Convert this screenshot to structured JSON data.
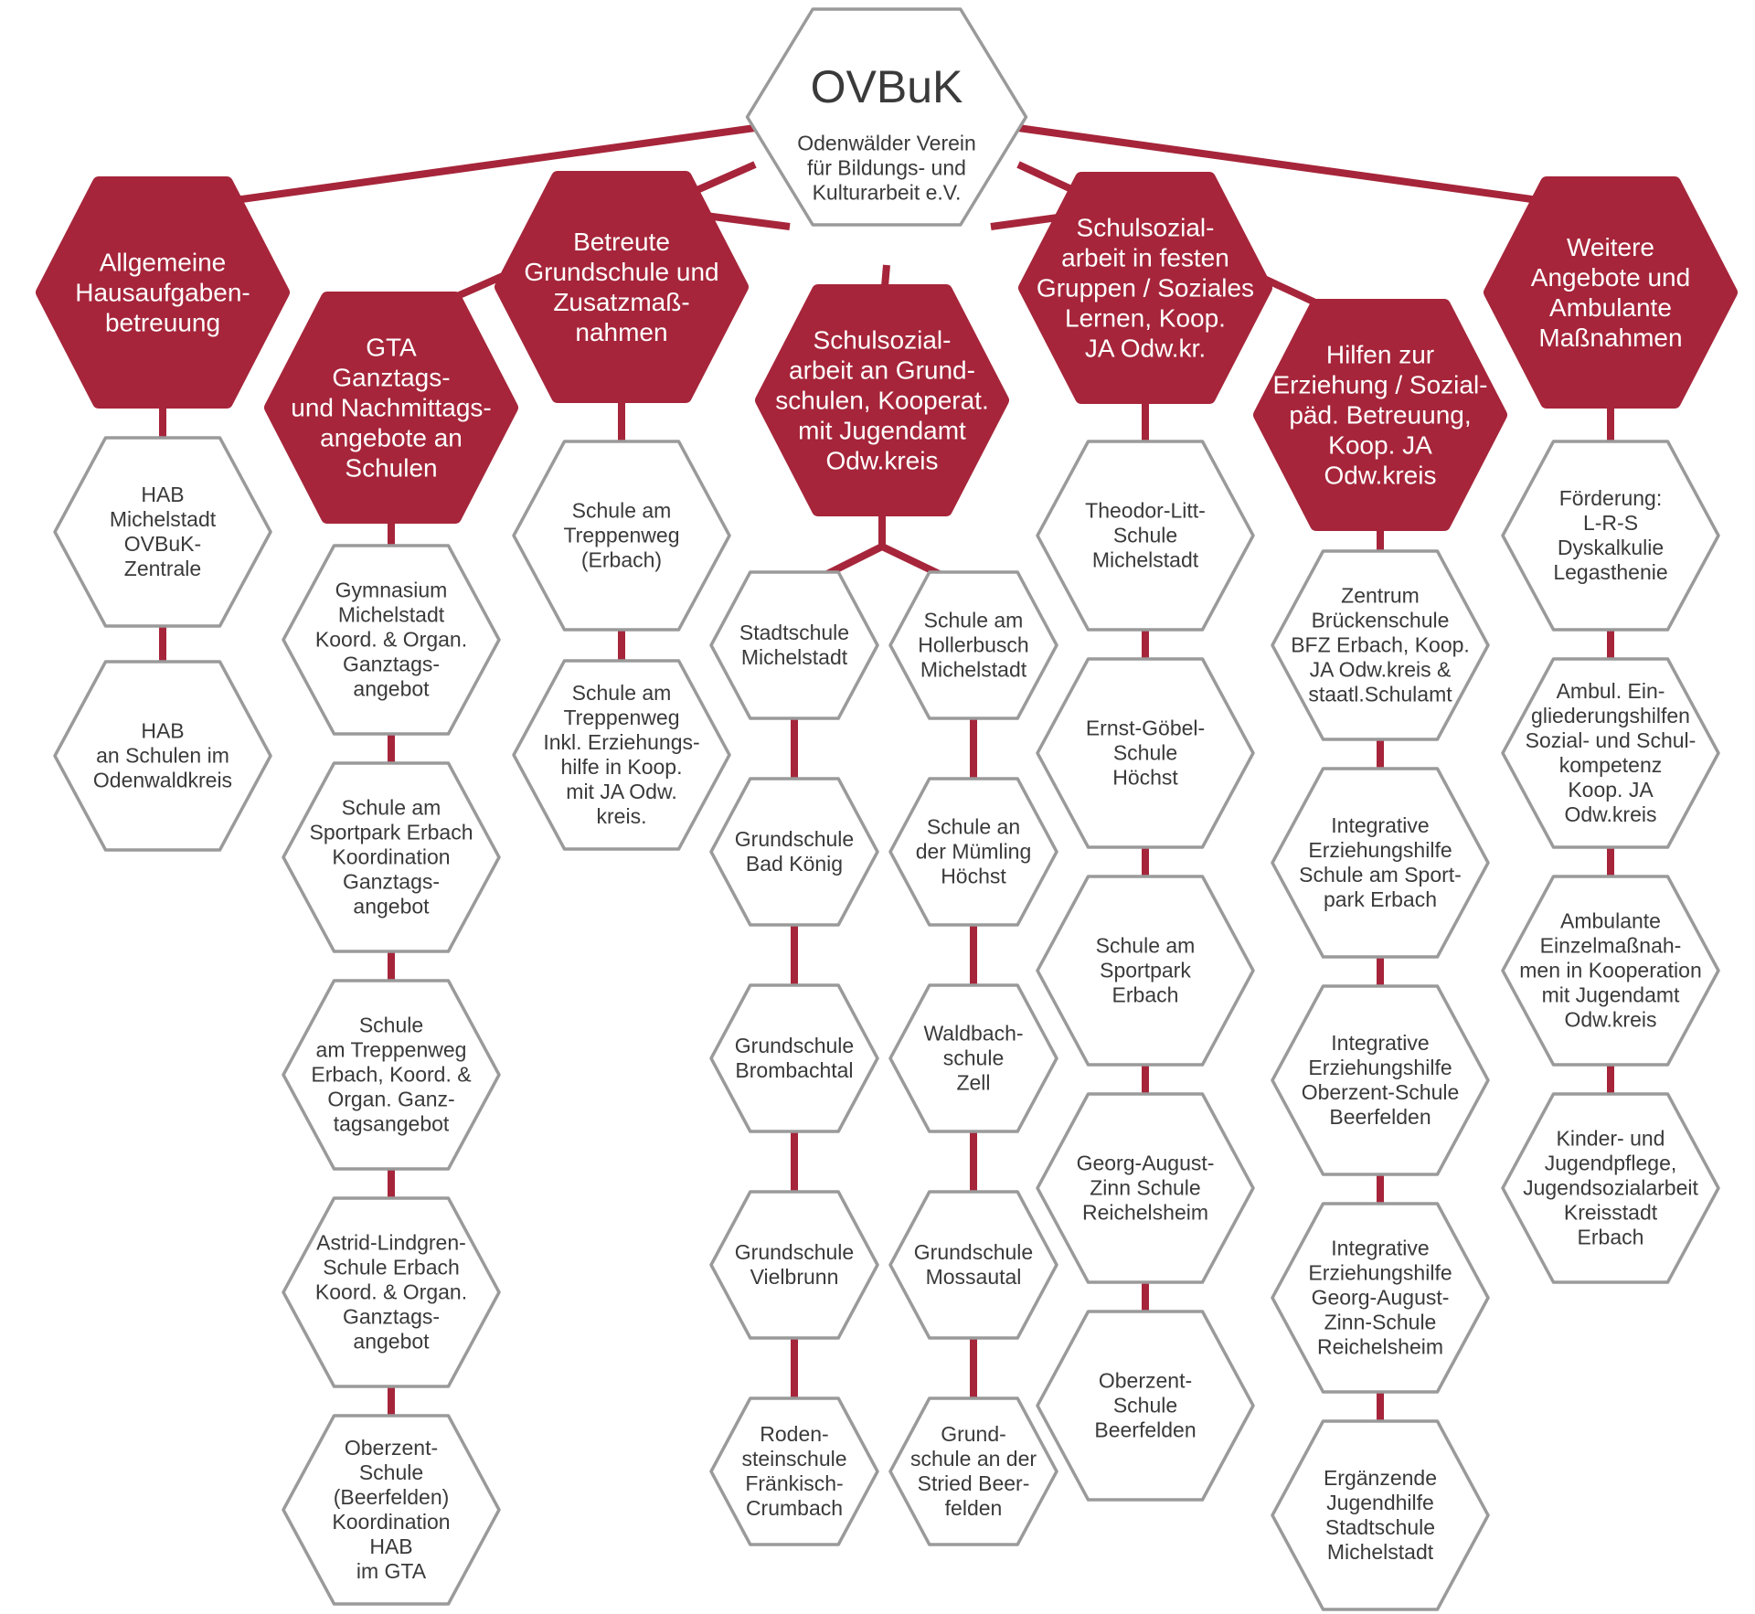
{
  "colors": {
    "accent": "#a6253a",
    "outline": "#9a9a9a",
    "child_text": "#3a3a3a",
    "category_text": "#ffffff"
  },
  "root": {
    "title": "OVBuK",
    "subtitle": "Odenwälder Verein\nfür Bildungs- und\nKulturarbeit e.V."
  },
  "categories": [
    {
      "label": "Allgemeine\nHausaufgaben-\nbetreuung",
      "items": [
        "HAB\nMichelstadt\nOVBuK-\nZentrale",
        "HAB\nan Schulen im\nOdenwaldkreis"
      ]
    },
    {
      "label": "GTA\nGanztags-\nund Nachmittags-\nangebote an\nSchulen",
      "items": [
        "Gymnasium\nMichelstadt\nKoord. & Organ.\nGanztags-\nangebot",
        "Schule am\nSportpark Erbach\nKoordination\nGanztags-\nangebot",
        "Schule\nam Treppenweg\nErbach, Koord. &\nOrgan. Ganz-\ntagsangebot",
        "Astrid-Lindgren-\nSchule Erbach\nKoord. & Organ.\nGanztags-\nangebot",
        "Oberzent-\nSchule\n(Beerfelden)\nKoordination\nHAB\nim GTA"
      ]
    },
    {
      "label": "Betreute\nGrundschule und\nZusatzmaß-\nnahmen",
      "items": [
        "Schule am\nTreppenweg\n(Erbach)",
        "Schule am\nTreppenweg\nInkl. Erziehungs-\nhilfe in Koop.\nmit JA Odw.\nkreis."
      ]
    },
    {
      "label": "Schulsozial-\narbeit an Grund-\nschulen, Kooperat.\nmit Jugendamt\nOdw.kreis",
      "columns": [
        [
          "Stadtschule\nMichelstadt",
          "Grundschule\nBad König",
          "Grundschule\nBrombachtal",
          "Grundschule\nVielbrunn",
          "Roden-\nsteinschule\nFränkisch-\nCrumbach"
        ],
        [
          "Schule am\nHollerbusch\nMichelstadt",
          "Schule an\nder Mümling\nHöchst",
          "Waldbach-\nschule\nZell",
          "Grundschule\nMossautal",
          "Grund-\nschule an der\nStried Beer-\nfelden"
        ]
      ]
    },
    {
      "label": "Schulsozial-\narbeit in festen\nGruppen / Soziales\nLernen, Koop.\nJA Odw.kr.",
      "items": [
        "Theodor-Litt-\nSchule\nMichelstadt",
        "Ernst-Göbel-\nSchule\nHöchst",
        "Schule am\nSportpark\nErbach",
        "Georg-August-\nZinn Schule\nReichelsheim",
        "Oberzent-\nSchule\nBeerfelden"
      ]
    },
    {
      "label": "Hilfen zur\nErziehung / Sozial-\npäd. Betreuung,\nKoop. JA\nOdw.kreis",
      "items": [
        "Zentrum\nBrückenschule\nBFZ Erbach, Koop.\nJA Odw.kreis &\nstaatl.Schulamt",
        "Integrative\nErziehungshilfe\nSchule am Sport-\npark Erbach",
        "Integrative\nErziehungshilfe\nOberzent-Schule\nBeerfelden",
        "Integrative\nErziehungshilfe\nGeorg-August-\nZinn-Schule\nReichelsheim",
        "Ergänzende\nJugendhilfe\nStadtschule\nMichelstadt"
      ]
    },
    {
      "label": "Weitere\nAngebote und\nAmbulante\nMaßnahmen",
      "items": [
        "Förderung:\nL-R-S\nDyskalkulie\nLegasthenie",
        "Ambul. Ein-\ngliederungshilfen\nSozial- und Schul-\nkompetenz\nKoop. JA\nOdw.kreis",
        "Ambulante\nEinzelmaßnah-\nmen in Kooperation\nmit Jugendamt\nOdw.kreis",
        "Kinder- und\nJugendpflege,\nJugendsozialarbeit\nKreisstadt\nErbach"
      ]
    }
  ]
}
